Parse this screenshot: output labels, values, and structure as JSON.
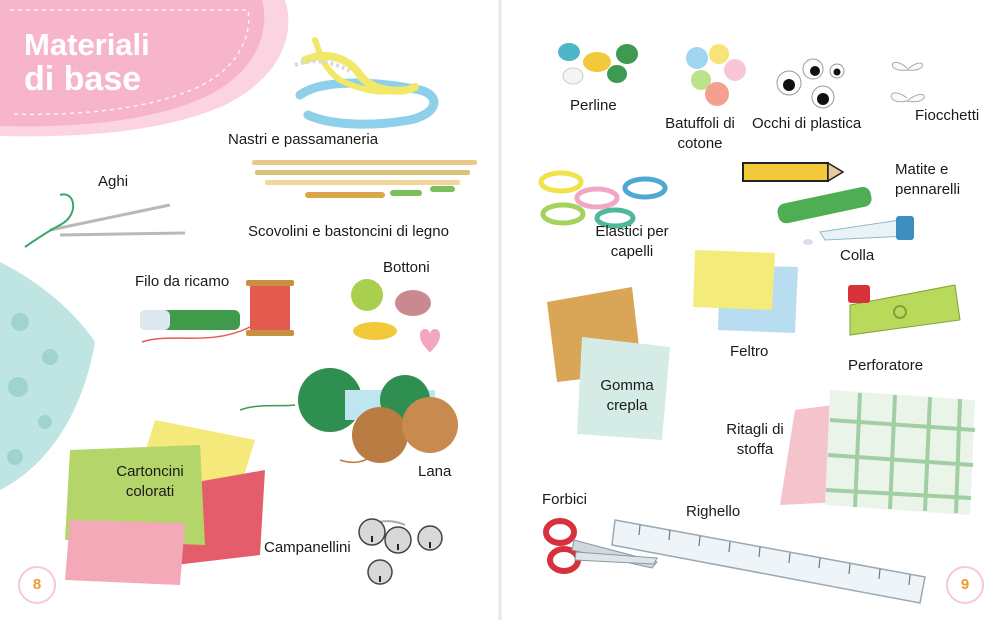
{
  "title": {
    "line1": "Materiali",
    "line2": "di base"
  },
  "page_numbers": {
    "left": "8",
    "right": "9"
  },
  "colors": {
    "banner_pink": "#f7b5cc",
    "banner_light": "#fbd3e1",
    "page_number": "#f39a2e"
  },
  "left_items": {
    "nastri": "Nastri e passamaneria",
    "scovolini": "Scovolini e bastoncini di legno",
    "aghi": "Aghi",
    "filo": "Filo da ricamo",
    "bottoni": "Bottoni",
    "lana": "Lana",
    "cartoncini": "Cartoncini colorati",
    "campanellini": "Campanellini"
  },
  "right_items": {
    "perline": "Perline",
    "batuffoli": "Batuffoli di cotone",
    "occhi": "Occhi di plastica",
    "fiocchetti": "Fiocchetti",
    "matite": "Matite e pennarelli",
    "elastici": "Elastici per capelli",
    "colla": "Colla",
    "feltro": "Feltro",
    "perforatore": "Perforatore",
    "gomma": "Gomma crepla",
    "ritagli": "Ritagli di stoffa",
    "forbici": "Forbici",
    "righello": "Righello"
  }
}
